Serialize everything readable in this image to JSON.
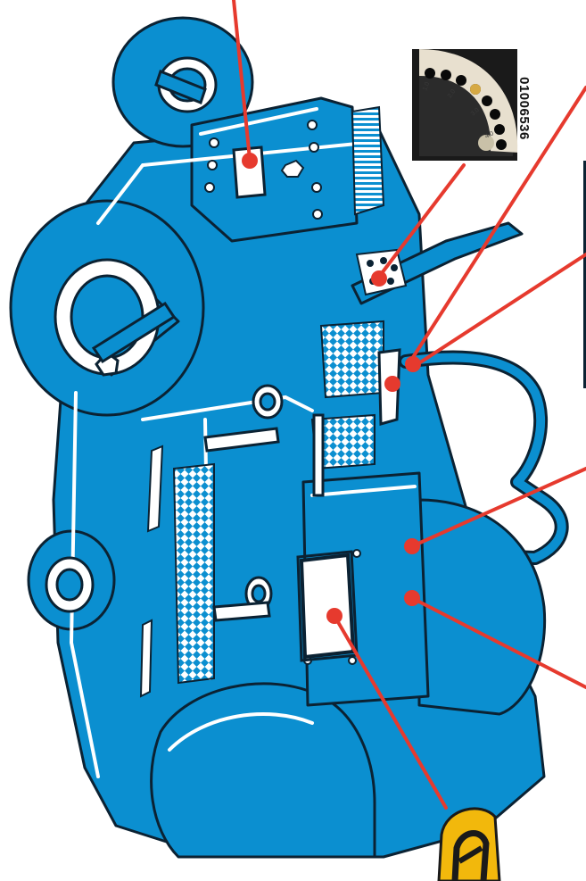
{
  "figure": {
    "photo_code": "01006536"
  },
  "colors": {
    "machine_fill": "#0b8fd0",
    "outline": "#0b2233",
    "highlight": "#ffffff",
    "leader": "#e63a2e",
    "badge": "#f2b80c",
    "photo_bg": "#1a1a1a"
  },
  "icons": {
    "gauge_photo": "adjustment-gauge-photo",
    "badge": "warning-badge"
  }
}
